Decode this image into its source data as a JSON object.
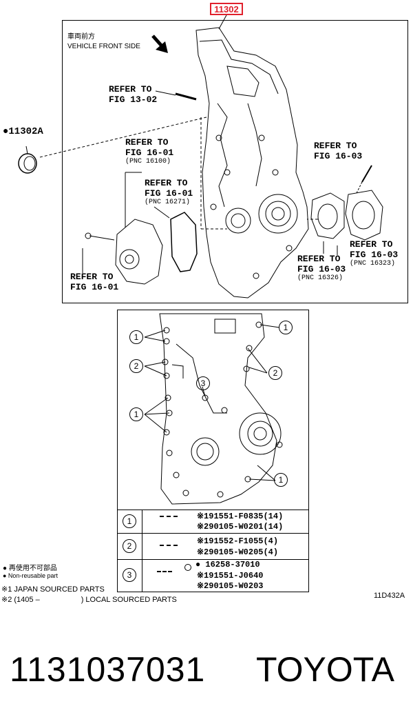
{
  "header": {
    "part_number_box": "11302"
  },
  "diagram": {
    "vehicle_front_jp": "車両前方",
    "vehicle_front_en": "VEHICLE FRONT SIDE",
    "side_part": {
      "marker": "●",
      "number": "11302A"
    },
    "refs": [
      {
        "line1": "REFER TO",
        "line2": "FIG 13-02",
        "pnc": ""
      },
      {
        "line1": "REFER TO",
        "line2": "FIG 16-01",
        "pnc": "(PNC 16100)"
      },
      {
        "line1": "REFER TO",
        "line2": "FIG 16-01",
        "pnc": "(PNC 16271)"
      },
      {
        "line1": "REFER TO",
        "line2": "FIG 16-01",
        "pnc": ""
      },
      {
        "line1": "REFER TO",
        "line2": "FIG 16-03",
        "pnc": ""
      },
      {
        "line1": "REFER TO",
        "line2": "FIG 16-03",
        "pnc": "(PNC 16326)"
      },
      {
        "line1": "REFER TO",
        "line2": "FIG 16-03",
        "pnc": "(PNC 16323)"
      }
    ],
    "callouts": [
      "1",
      "2",
      "3"
    ]
  },
  "table": {
    "rows": [
      {
        "num": "1",
        "lines": [
          {
            "mark": "※1",
            "part": "91551-F0835(14)"
          },
          {
            "mark": "※2",
            "part": "90105-W0201(14)"
          }
        ]
      },
      {
        "num": "2",
        "lines": [
          {
            "mark": "※1",
            "part": "91552-F1055(4)"
          },
          {
            "mark": "※2",
            "part": "90105-W0205(4)"
          }
        ]
      },
      {
        "num": "3",
        "lines": [
          {
            "mark": "●",
            "part": "16258-37010"
          },
          {
            "mark": "※1",
            "part": "91551-J0640"
          },
          {
            "mark": "※2",
            "part": "90105-W0203"
          }
        ]
      }
    ]
  },
  "legend": {
    "non_reusable_jp": "● 再使用不可部品",
    "non_reusable_en": "● Non-reusable part",
    "note1": "※1 JAPAN SOURCED PARTS",
    "note2_prefix": "※2 (1405 –",
    "note2_suffix": ") LOCAL SOURCED PARTS",
    "code": "11D432A"
  },
  "footer": {
    "part_number": "1131037031",
    "brand": "TOYOTA"
  }
}
